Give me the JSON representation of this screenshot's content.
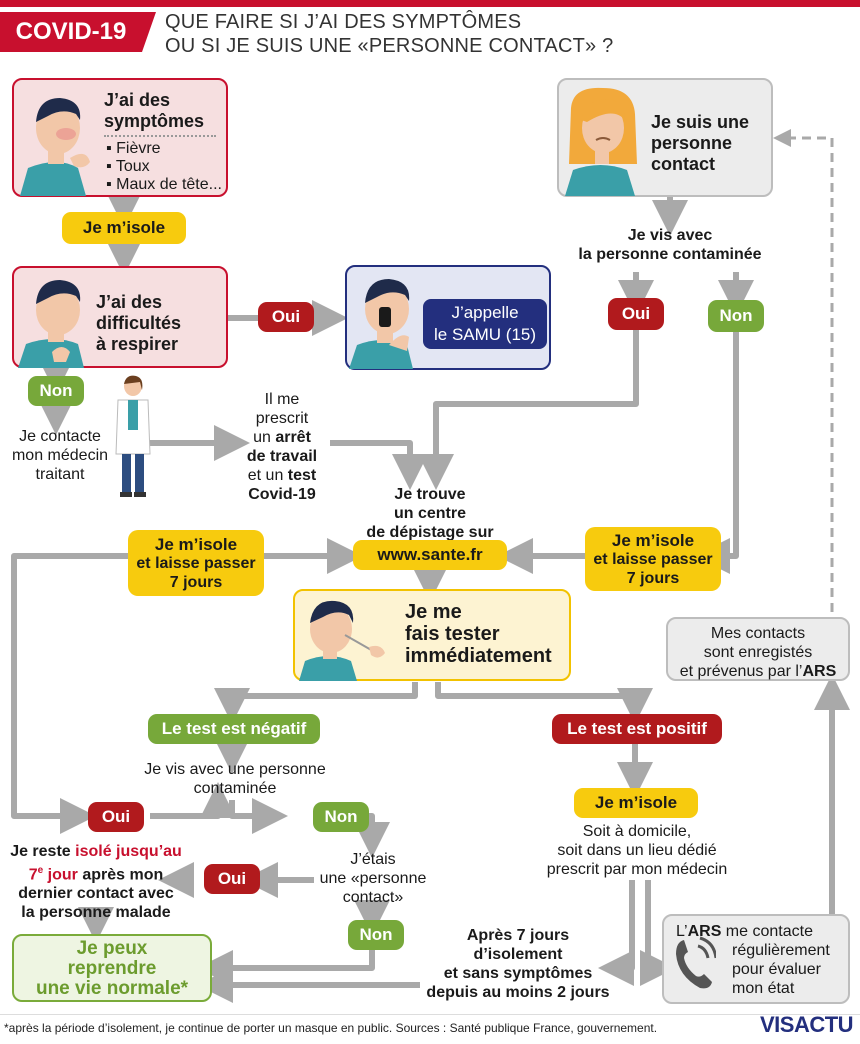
{
  "header": {
    "tag": "COVID-19",
    "title_line1": "QUE FAIRE SI J’AI DES SYMPTÔMES",
    "title_line2": "OU SI JE SUIS UNE «PERSONNE CONTACT» ?"
  },
  "symptoms": {
    "title_line1": "J’ai des",
    "title_line2": "symptômes",
    "items": [
      "Fièvre",
      "Toux",
      "Maux de tête..."
    ]
  },
  "isolate1": "Je m’isole",
  "breathing": {
    "line1": "J’ai des",
    "line2": "difficultés",
    "line3": "à respirer"
  },
  "oui1": "Oui",
  "samu": {
    "line1": "J’appelle",
    "line2": "le SAMU (15)"
  },
  "non1": "Non",
  "doctor_text": {
    "line1": "Je contacte",
    "line2": "mon médecin",
    "line3": "traitant"
  },
  "prescription": {
    "line1": "Il me",
    "line2": "prescrit",
    "line3_a": "un ",
    "line3_b": "arrêt",
    "line4": "de travail",
    "line5_a": "et un ",
    "line5_b": "test",
    "line6": "Covid-19"
  },
  "contact_person": {
    "line1": "Je suis une",
    "line2": "personne",
    "line3": "contact"
  },
  "live_with": {
    "line1": "Je vis avec",
    "line2": "la personne contaminée"
  },
  "oui2": "Oui",
  "non2": "Non",
  "test_center": {
    "line1": "Je trouve",
    "line2": "un centre",
    "line3": "de dépistage sur"
  },
  "website": "www.sante.fr",
  "isolate7_left": {
    "line1": "Je m’isole",
    "line2": "et laisse passer",
    "line3": "7 jours"
  },
  "isolate7_right": {
    "line1": "Je m’isole",
    "line2": "et laisse passer",
    "line3": "7 jours"
  },
  "get_tested": {
    "line1": "Je me",
    "line2": "fais tester",
    "line3": "immédiatement"
  },
  "ars_contacts": {
    "line1": "Mes contacts",
    "line2": "sont enregistés",
    "line3_a": "et prévenus par l’",
    "line3_b": "ARS"
  },
  "negative": "Le test est négatif",
  "positive": "Le test est positif",
  "live_with2": {
    "line1": "Je vis avec une personne",
    "line2": "contaminée"
  },
  "oui3": "Oui",
  "non3": "Non",
  "isolate2": "Je m’isole",
  "isolation_place": {
    "line1": "Soit à domicile,",
    "line2": "soit dans un lieu dédié",
    "line3": "prescrit par mon médecin"
  },
  "stay_isolated": {
    "a": "Je reste ",
    "b": "isolé jusqu’au",
    "c": "7",
    "c_sup": "e",
    "d": " jour",
    "e": " après mon",
    "line3": "dernier contact avec",
    "line4": "la personne malade"
  },
  "was_contact": {
    "line1": "J’étais",
    "line2": "une «personne",
    "line3": "contact»"
  },
  "oui4": "Oui",
  "non4": "Non",
  "resume": {
    "line1": "Je peux",
    "line2": "reprendre",
    "line3": "une vie normale*"
  },
  "after7": {
    "line1": "Après 7 jours",
    "line2": "d’isolement",
    "line3": "et sans symptômes",
    "line4": "depuis au moins 2 jours"
  },
  "ars_call": {
    "a": "L’",
    "b": "ARS",
    "c": " me contacte",
    "line2": "régulièrement",
    "line3": "pour évaluer",
    "line4": "mon état"
  },
  "footer": "*après la période d’isolement, je continue de porter un masque en public. Sources : Santé publique France, gouvernement.",
  "logo": "VISACTU",
  "colors": {
    "red": "#c8102e",
    "green": "#77a83a",
    "yellow": "#f7cb0e",
    "navy": "#232f7e",
    "grey_line": "#a9a9a9"
  }
}
